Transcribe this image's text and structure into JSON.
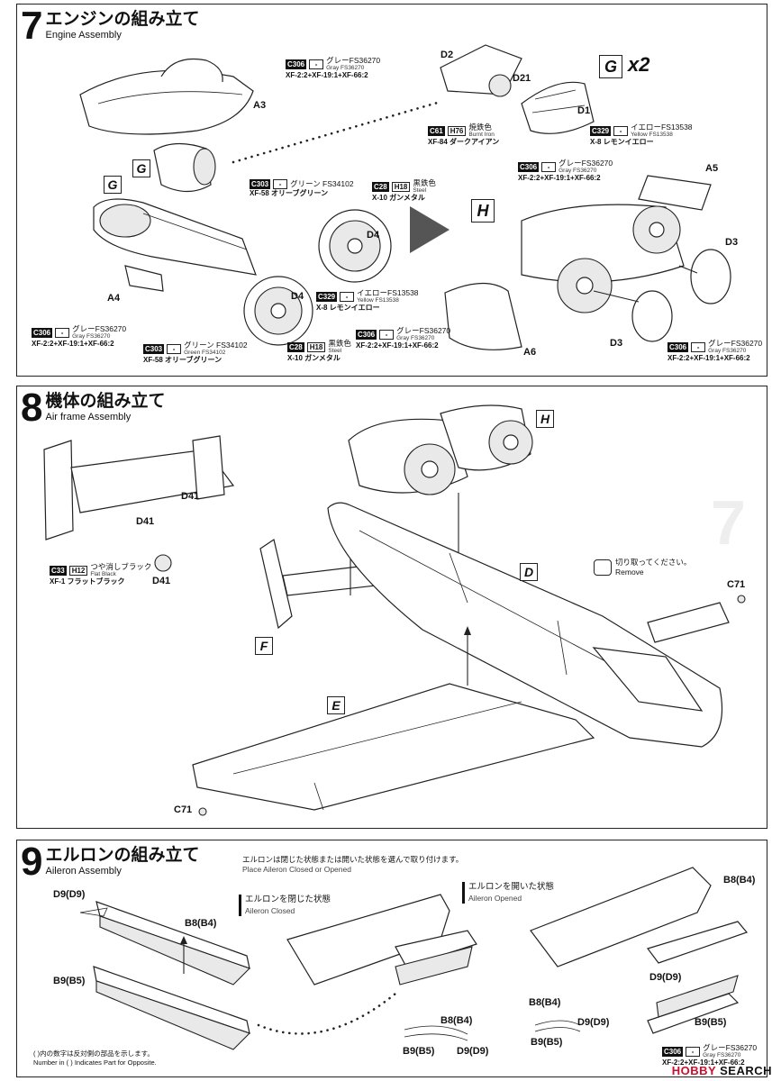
{
  "step7": {
    "number": "7",
    "title_jp": "エンジンの組み立て",
    "title_en": "Engine Assembly",
    "parts": {
      "A3": "A3",
      "A4": "A4",
      "A5": "A5",
      "A6": "A6",
      "D1": "D1",
      "D2": "D2",
      "D21": "D21",
      "D3a": "D3",
      "D3b": "D3",
      "D4a": "D4",
      "D4b": "D4"
    },
    "boxes": {
      "G1": "G",
      "G2": "G",
      "G3": "G",
      "H": "H"
    },
    "times": "x2",
    "colors": {
      "c306_a": {
        "code": "C306",
        "h": "-",
        "jp": "グレーFS36270",
        "en": "Gray FS36270",
        "mix": "XF-2:2+XF-19:1+XF-66:2"
      },
      "c61": {
        "code": "C61",
        "h": "H76",
        "jp": "焼鉄色",
        "en": "Burnt Iron",
        "mix": "XF-84 ダークアイアン"
      },
      "c329_a": {
        "code": "C329",
        "h": "-",
        "jp": "イエローFS13538",
        "en": "Yellow FS13538",
        "mix": "X-8 レモンイエロー"
      },
      "c303_a": {
        "code": "C303",
        "h": "-",
        "jp": "グリーン FS34102",
        "en": "Green FS34102",
        "mix": "XF-58 オリーブグリーン"
      },
      "c28_a": {
        "code": "C28",
        "h": "H18",
        "jp": "黒鉄色",
        "en": "Steel",
        "mix": "X-10 ガンメタル"
      },
      "c306_b": {
        "code": "C306",
        "h": "-",
        "jp": "グレーFS36270",
        "en": "Gray FS36270",
        "mix": "XF-2:2+XF-19:1+XF-66:2"
      },
      "c329_b": {
        "code": "C329",
        "h": "-",
        "jp": "イエローFS13538",
        "en": "Yellow FS13538",
        "mix": "X-8 レモンイエロー"
      },
      "c306_c": {
        "code": "C306",
        "h": "-",
        "jp": "グレーFS36270",
        "en": "Gray FS36270",
        "mix": "XF-2:2+XF-19:1+XF-66:2"
      },
      "c303_b": {
        "code": "C303",
        "h": "-",
        "jp": "グリーン FS34102",
        "en": "Green FS34102",
        "mix": "XF-58 オリーブグリーン"
      },
      "c28_b": {
        "code": "C28",
        "h": "H18",
        "jp": "黒鉄色",
        "en": "Steel",
        "mix": "X-10 ガンメタル"
      },
      "c306_d": {
        "code": "C306",
        "h": "-",
        "jp": "グレーFS36270",
        "en": "Gray FS36270",
        "mix": "XF-2:2+XF-19:1+XF-66:2"
      },
      "c306_e": {
        "code": "C306",
        "h": "-",
        "jp": "グレーFS36270",
        "en": "Gray FS36270",
        "mix": "XF-2:2+XF-19:1+XF-66:2"
      }
    }
  },
  "step8": {
    "number": "8",
    "title_jp": "機体の組み立て",
    "title_en": "Air frame Assembly",
    "parts": {
      "D41a": "D41",
      "D41b": "D41",
      "D41c": "D41",
      "C71a": "C71",
      "C71b": "C71"
    },
    "boxes": {
      "H": "H",
      "D": "D",
      "F": "F",
      "E": "E"
    },
    "remove_jp": "切り取ってください。",
    "remove_en": "Remove",
    "c33": {
      "code": "C33",
      "h": "H12",
      "jp": "つや消しブラック",
      "en": "Flat Black",
      "mix": "XF-1 フラットブラック"
    }
  },
  "step9": {
    "number": "9",
    "title_jp": "エルロンの組み立て",
    "title_en": "Aileron Assembly",
    "note_jp": "エルロンは閉じた状態または開いた状態を選んで取り付けます。",
    "note_en": "Place Aileron Closed or Opened",
    "closed_jp": "エルロンを閉じた状態",
    "closed_en": "Aileron Closed",
    "opened_jp": "エルロンを開いた状態",
    "opened_en": "Aileron Opened",
    "parts": {
      "d9a": "D9(D9)",
      "b8a": "B8(B4)",
      "b9a": "B9(B5)",
      "b8b": "B8(B4)",
      "b9b": "B9(B5)",
      "d9b": "D9(D9)",
      "b8c": "B8(B4)",
      "d9c": "D9(D9)",
      "b9c": "B9(B5)",
      "b8d": "B8(B4)",
      "d9d": "D9(D9)",
      "b9d": "B9(B5)"
    },
    "foot_jp": "( )内の数字は反対側の部品を示します。",
    "foot_en": "Number in ( ) Indicates Part for Opposite.",
    "c306": {
      "code": "C306",
      "h": "-",
      "jp": "グレーFS36270",
      "en": "Gray FS36270",
      "mix": "XF-2:2+XF-19:1+XF-66:2"
    }
  },
  "watermark": {
    "brand": "HOBBY",
    "rest": " SEARCH"
  }
}
